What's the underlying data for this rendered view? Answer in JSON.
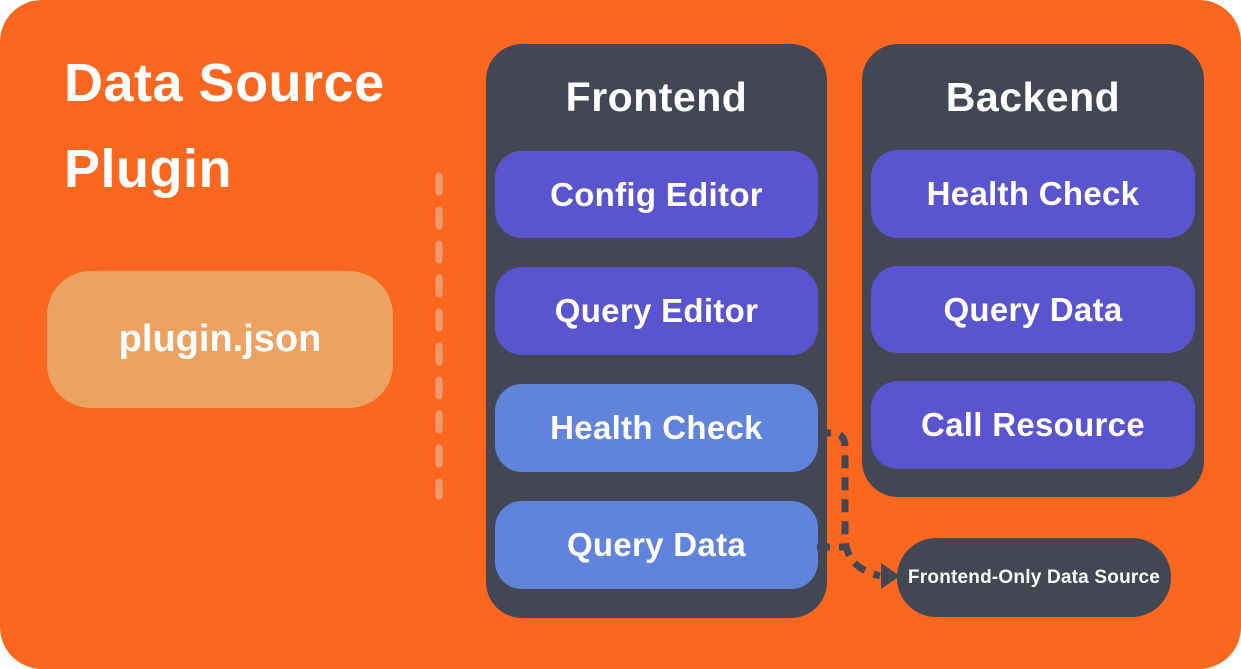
{
  "title": {
    "line1": "Data Source",
    "line2": "Plugin"
  },
  "plugin_box": {
    "label": "plugin.json"
  },
  "frontend": {
    "title": "Frontend",
    "items": [
      {
        "label": "Config Editor",
        "variant": "purple"
      },
      {
        "label": "Query Editor",
        "variant": "purple"
      },
      {
        "label": "Health Check",
        "variant": "blue"
      },
      {
        "label": "Query Data",
        "variant": "blue"
      }
    ]
  },
  "backend": {
    "title": "Backend",
    "items": [
      {
        "label": "Health Check",
        "variant": "purple"
      },
      {
        "label": "Query Data",
        "variant": "purple"
      },
      {
        "label": "Call Resource",
        "variant": "purple"
      }
    ]
  },
  "frontend_only": {
    "label": "Frontend-Only Data Source"
  },
  "colors": {
    "background": "#FB671E",
    "card": "#434754",
    "purple": "#5A55CE",
    "blue": "#6083DB",
    "tan": "#ECA261",
    "divider": "#F09A72",
    "text": "#FFFFFF"
  }
}
